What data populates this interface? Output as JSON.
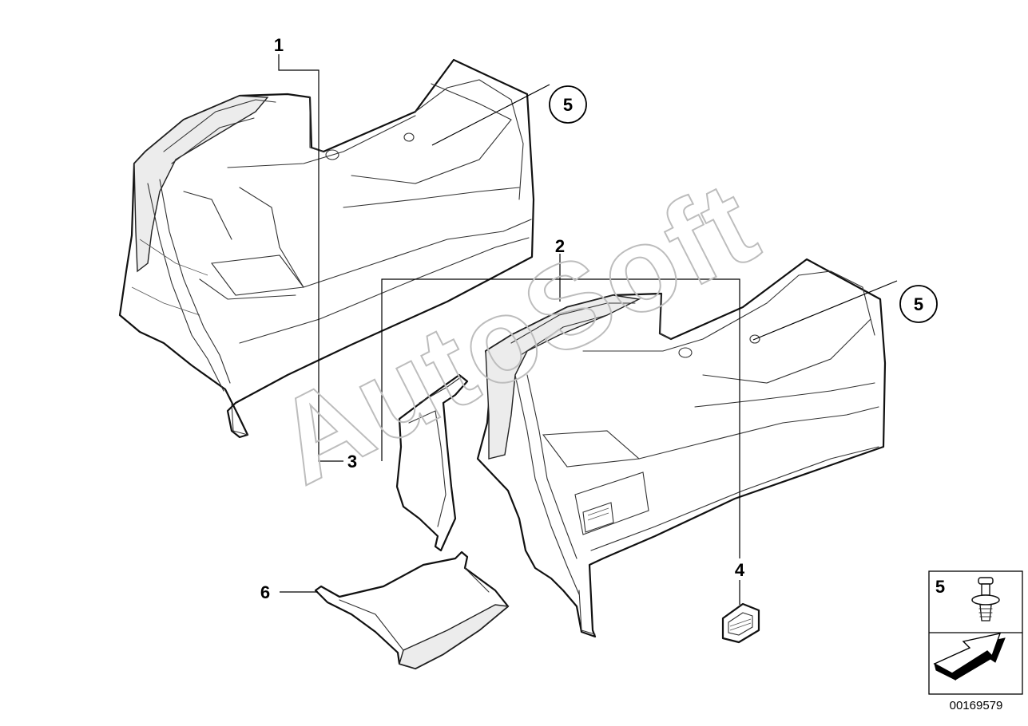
{
  "watermark": "AutoSoft",
  "callouts": {
    "c1": "1",
    "c2": "2",
    "c3": "3",
    "c4": "4",
    "c5a": "5",
    "c5b": "5",
    "c6": "6"
  },
  "legend": {
    "item_number": "5",
    "fastener_icon": "push-clip-rivet-icon",
    "arrow_icon": "direction-arrow-icon"
  },
  "diagram_id": "00169579"
}
